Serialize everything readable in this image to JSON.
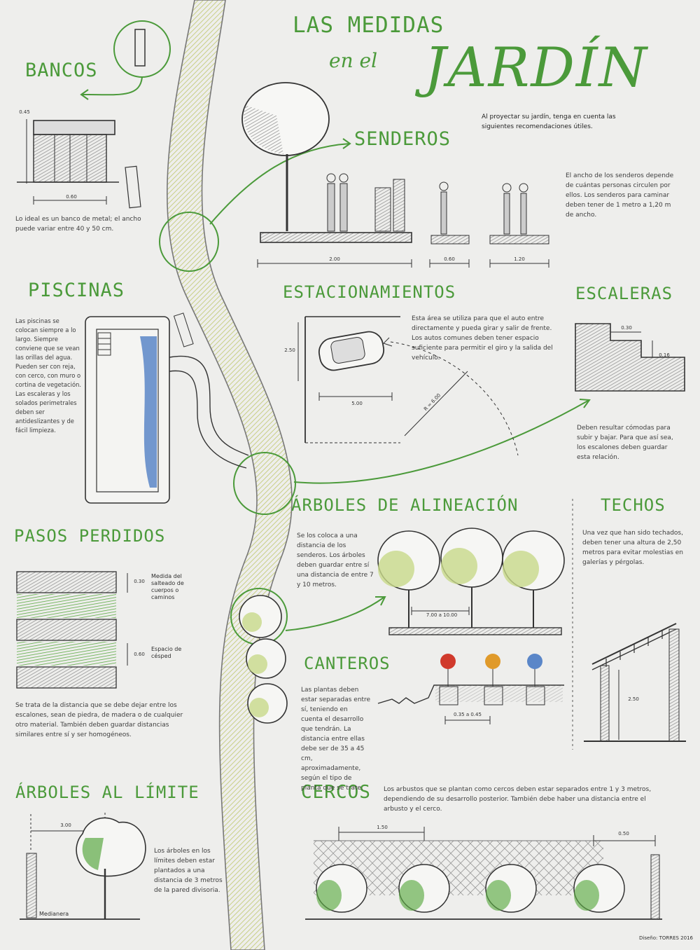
{
  "title": {
    "line1": "LAS MEDIDAS",
    "line2": "en el",
    "line3": "JARDÍN"
  },
  "intro": "Al proyectar su jardín, tenga en cuenta las siguientes recomendaciones útiles.",
  "sections": {
    "bancos": "BANCOS",
    "senderos": "SENDEROS",
    "piscinas": "PISCINAS",
    "estacionamientos": "ESTACIONAMIENTOS",
    "escaleras": "ESCALERAS",
    "arboles_alineacion": "ÁRBOLES DE ALINEACIÓN",
    "techos": "TECHOS",
    "pasos_perdidos": "PASOS PERDIDOS",
    "canteros": "CANTEROS",
    "arboles_limite": "ÁRBOLES AL LÍMITE",
    "cercos": "CERCOS"
  },
  "texts": {
    "bancos": "Lo ideal es un banco de metal; el ancho puede variar entre 40 y 50 cm.",
    "senderos": "El ancho de los senderos depende de cuántas personas circulen por ellos. Los senderos para caminar deben tener de 1 metro a 1,20 m de ancho.",
    "piscinas": "Las piscinas se colocan siempre a lo largo. Siempre conviene que se vean las orillas del agua. Pueden ser con reja, con cerco, con muro o cortina de vegetación. Las escaleras y los solados perimetrales deben ser antideslizantes y de fácil limpieza.",
    "estacionamientos": "Esta área se utiliza para que el auto entre directamente y pueda girar y salir de frente. Los autos comunes deben tener espacio suficiente para permitir el giro y la salida del vehículo.",
    "escaleras": "Deben resultar cómodas para subir y bajar. Para que así sea, los escalones deben guardar esta relación.",
    "arboles_alineacion": "Se los coloca a una distancia de los senderos. Los árboles deben guardar entre sí una distancia de entre 7 y 10 metros.",
    "techos": "Una vez que han sido techados, deben tener una altura de 2,50 metros para evitar molestias en galerías y pérgolas.",
    "pasos_perdidos": "Se trata de la distancia que se debe dejar entre los escalones, sean de piedra, de madera o de cualquier otro material. También deben guardar distancias similares entre sí y ser homogéneos.",
    "canteros": "Las plantas deben estar separadas entre sí, teniendo en cuenta el desarrollo que tendrán. La distancia entre ellas debe ser de 35 a 45 cm, aproximadamente, según el tipo de planta que se trate.",
    "arboles_limite": "Los árboles en los límites deben estar plantados a una distancia de 3 metros de la pared divisoria.",
    "cercos": "Los arbustos que se plantan como cercos deben estar separados entre 1 y 3 metros, dependiendo de su desarrollo posterior. También debe haber una distancia entre el arbusto y el cerco."
  },
  "measures": {
    "bench_height": "0.45",
    "bench_width": "0.60",
    "path_wide": "2.00",
    "path_mid": "0.60",
    "path_narrow": "1.20",
    "parking_width": "5.00",
    "parking_side": "2.50",
    "parking_radius": "R = 6.00",
    "stair_tread": "0.30",
    "stair_riser": "0.16",
    "step_gap": "0.30",
    "step_size": "0.60",
    "step_label_gap": "Medida del salteado de cuerpos o caminos",
    "step_label_size": "Espacio de césped",
    "tree_spacing": "7.00 a 10.00",
    "bed_spacing": "0.35 a 0.45",
    "roof_height": "2.50",
    "boundary_distance": "3.00",
    "boundary_wall": "Medianera",
    "fence_spacing": "1.50",
    "fence_gap": "0.50"
  },
  "credit": "Diseño: TORRES 2016",
  "colors": {
    "green": "#4b9a3a",
    "pale_green": "#c8d98a",
    "blue": "#5a86c8",
    "red": "#d03a2c",
    "orange": "#e09a2a",
    "gray": "#9a9a9a"
  }
}
